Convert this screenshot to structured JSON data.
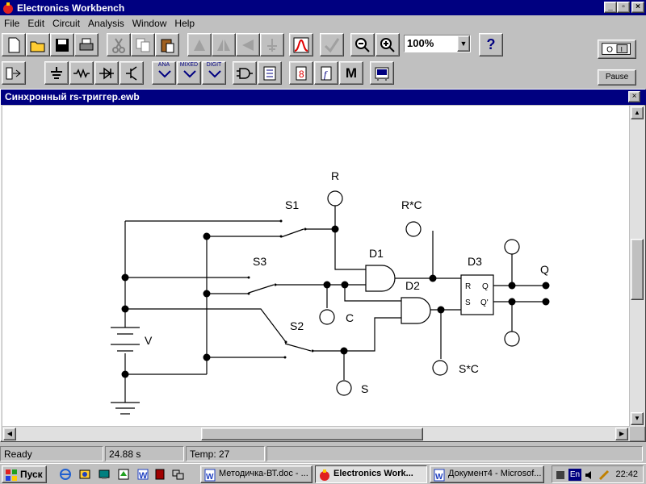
{
  "window": {
    "title": "Electronics Workbench",
    "minimize": "_",
    "restore": "▫",
    "close": "×"
  },
  "menu": [
    "File",
    "Edit",
    "Circuit",
    "Analysis",
    "Window",
    "Help"
  ],
  "toolbar": {
    "zoom_value": "100%",
    "help_label": "?",
    "pause_label": "Pause",
    "parts": {
      "ana": "ANA",
      "mixed": "MIXED",
      "digit": "DIGIT",
      "m": "M"
    }
  },
  "document": {
    "title": "Синхронный rs-триггер.ewb",
    "close": "×"
  },
  "circuit": {
    "labels": {
      "r": "R",
      "s1": "S1",
      "rc": "R*C",
      "d1": "D1",
      "d3": "D3",
      "q": "Q",
      "s3": "S3",
      "d2": "D2",
      "c": "C",
      "v": "V",
      "s2": "S2",
      "sc": "S*C",
      "s": "S",
      "pin_r": "R",
      "pin_q": "Q",
      "pin_s": "S",
      "pin_qn": "Q'"
    }
  },
  "status": {
    "ready": "Ready",
    "time": "24.88 s",
    "temp": "Temp:  27"
  },
  "taskbar": {
    "start": "Пуск",
    "items": [
      "Методичка-ВТ.doc - ...",
      "Electronics Work...",
      "Документ4 - Microsof..."
    ],
    "lang": "En",
    "clock": "22:42"
  }
}
